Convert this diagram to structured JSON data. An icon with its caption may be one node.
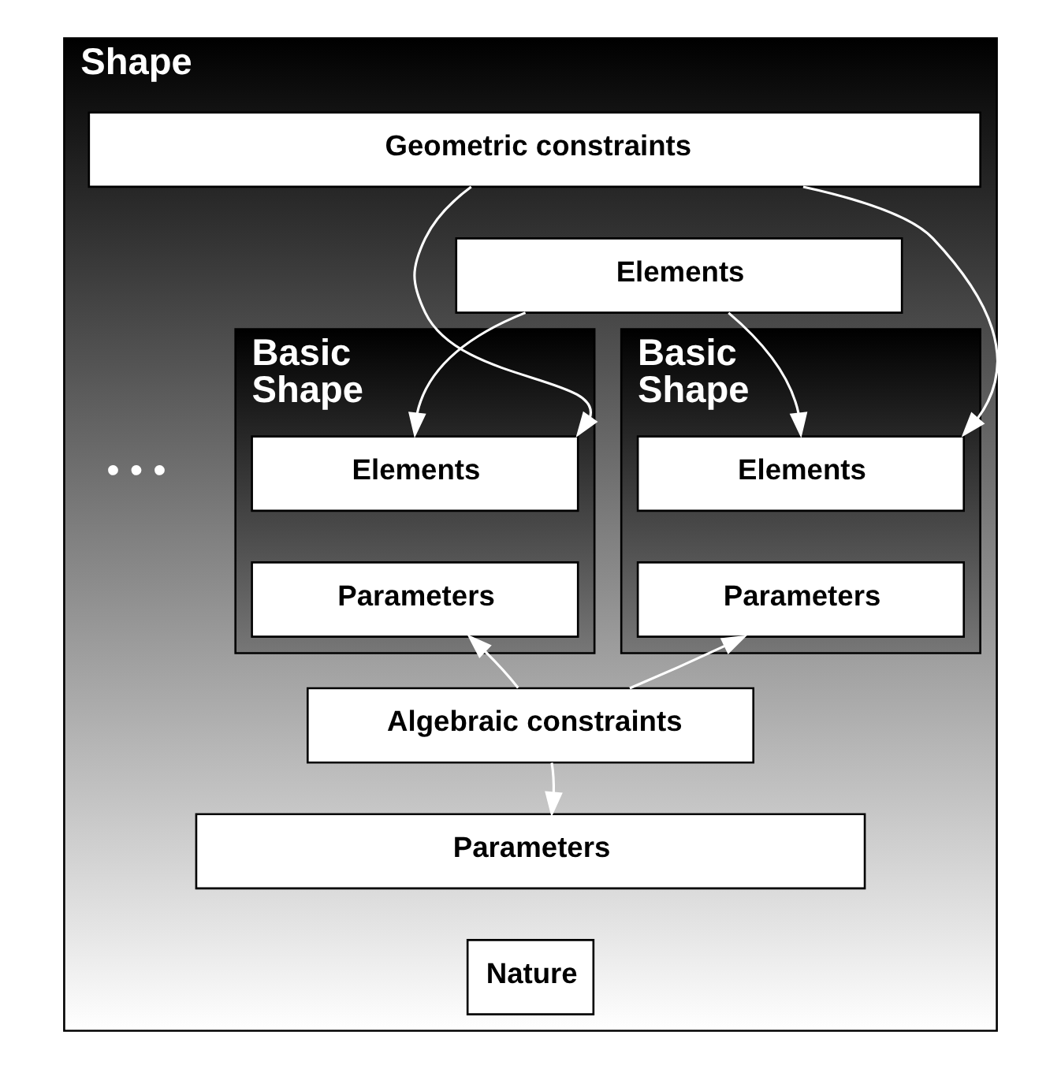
{
  "diagram": {
    "nodes": [
      {
        "text": [
          "Shape"
        ]
      },
      {
        "text": [
          "Geometric constraints"
        ],
        "in": 0
      },
      {
        "text": [
          "Elements"
        ],
        "in": 0
      },
      {
        "text": [
          "Basic Shape"
        ],
        "in": 0
      },
      {
        "text": [
          "Elements"
        ],
        "in": 3
      },
      {
        "text": [
          "Parameters"
        ],
        "in": 3
      },
      {
        "text": [
          "Basic Shape"
        ],
        "in": 0
      },
      {
        "text": [
          "Elements"
        ],
        "in": 6
      },
      {
        "text": [
          "Parameters"
        ],
        "in": 6
      },
      {
        "text": [
          "Algebraic constraints"
        ],
        "in": 0
      },
      {
        "text": [
          "Parameters"
        ],
        "in": 0
      },
      {
        "text": [
          "Nature"
        ],
        "in": 0
      }
    ],
    "edges": [
      {
        "from": 1,
        "to": 4,
        "arrow": "to"
      },
      {
        "from": 2,
        "to": 4,
        "arrow": "to"
      },
      {
        "from": 1,
        "to": 7,
        "arrow": "to"
      },
      {
        "from": 2,
        "to": 7,
        "arrow": "to"
      },
      {
        "from": 9,
        "to": 5,
        "arrow": "to"
      },
      {
        "from": 9,
        "to": 8,
        "arrow": "to"
      },
      {
        "from": 9,
        "to": 10,
        "arrow": "to"
      }
    ],
    "labels": [
      "• • •"
    ]
  }
}
